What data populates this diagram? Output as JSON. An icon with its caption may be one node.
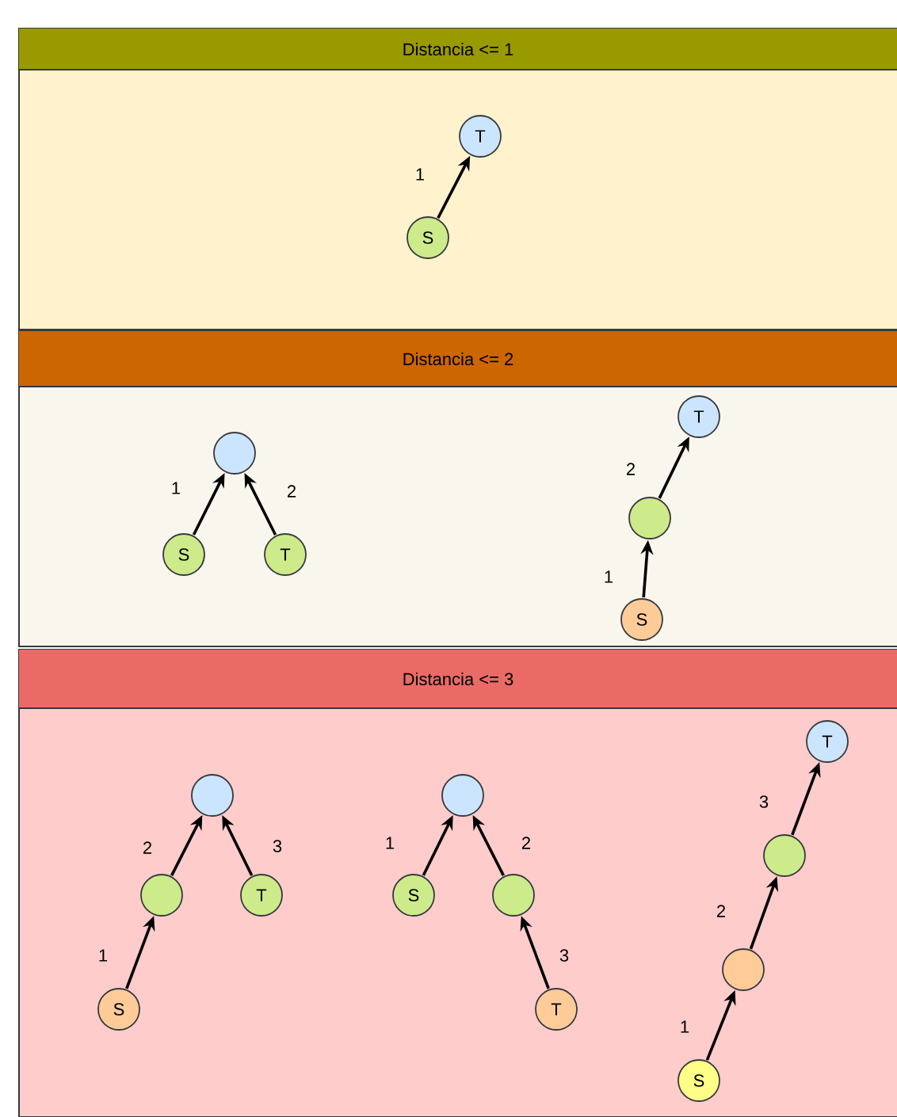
{
  "diagram": {
    "nodes": [
      {
        "text": [
          "Distancia <= 1"
        ]
      },
      {
        "text": [
          "T"
        ],
        "in": 0
      },
      {
        "text": [
          "S"
        ],
        "in": 0
      },
      {
        "text": [
          "Distancia <= 2"
        ]
      },
      {
        "text": [],
        "shape": "circle",
        "in": 3
      },
      {
        "text": [
          "S"
        ],
        "in": 3
      },
      {
        "text": [
          "T"
        ],
        "in": 3
      },
      {
        "text": [
          "T"
        ],
        "in": 3
      },
      {
        "text": [],
        "shape": "circle",
        "in": 3
      },
      {
        "text": [
          "S"
        ],
        "in": 3
      },
      {
        "text": [
          "Distancia <= 3"
        ]
      },
      {
        "text": [],
        "shape": "circle",
        "in": 10
      },
      {
        "text": [],
        "shape": "circle",
        "in": 10
      },
      {
        "text": [
          "T"
        ],
        "in": 10
      },
      {
        "text": [
          "S"
        ],
        "in": 10
      },
      {
        "text": [],
        "shape": "circle",
        "in": 10
      },
      {
        "text": [
          "S"
        ],
        "in": 10
      },
      {
        "text": [],
        "shape": "circle",
        "in": 10
      },
      {
        "text": [
          "T"
        ],
        "in": 10
      },
      {
        "text": [
          "T"
        ],
        "in": 10
      },
      {
        "text": [],
        "shape": "circle",
        "in": 10
      },
      {
        "text": [],
        "shape": "circle",
        "in": 10
      },
      {
        "text": [
          "S"
        ],
        "in": 10
      }
    ],
    "edges": [
      {
        "from": 2,
        "to": 1,
        "arrow": "to",
        "label": "1"
      },
      {
        "from": 5,
        "to": 4,
        "arrow": "to",
        "label": "1"
      },
      {
        "from": 6,
        "to": 4,
        "arrow": "to",
        "label": "2"
      },
      {
        "from": 8,
        "to": 7,
        "arrow": "to",
        "label": "2"
      },
      {
        "from": 9,
        "to": 8,
        "arrow": "to",
        "label": "1"
      },
      {
        "from": 14,
        "to": 12,
        "arrow": "to",
        "label": "1"
      },
      {
        "from": 12,
        "to": 11,
        "arrow": "to",
        "label": "2"
      },
      {
        "from": 13,
        "to": 11,
        "arrow": "to",
        "label": "3"
      },
      {
        "from": 16,
        "to": 15,
        "arrow": "to",
        "label": "1"
      },
      {
        "from": 17,
        "to": 15,
        "arrow": "to",
        "label": "2"
      },
      {
        "from": 18,
        "to": 17,
        "arrow": "to",
        "label": "3"
      },
      {
        "from": 22,
        "to": 21,
        "arrow": "to",
        "label": "1"
      },
      {
        "from": 21,
        "to": 20,
        "arrow": "to",
        "label": "2"
      },
      {
        "from": 20,
        "to": 19,
        "arrow": "to",
        "label": "3"
      }
    ]
  }
}
